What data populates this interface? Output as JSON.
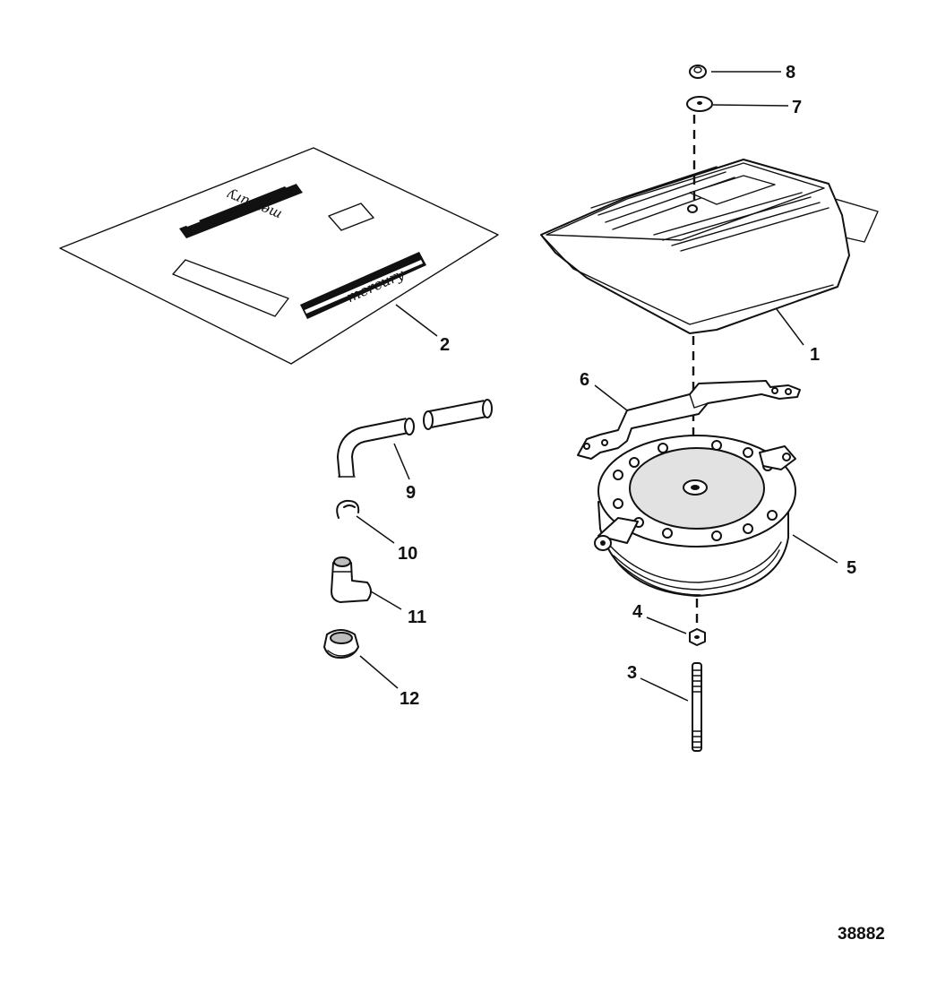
{
  "diagram": {
    "figure_number": "38882",
    "decal_text": "mercury",
    "callouts": [
      {
        "id": "1",
        "label": "1"
      },
      {
        "id": "2",
        "label": "2"
      },
      {
        "id": "3",
        "label": "3"
      },
      {
        "id": "4",
        "label": "4"
      },
      {
        "id": "5",
        "label": "5"
      },
      {
        "id": "6",
        "label": "6"
      },
      {
        "id": "7",
        "label": "7"
      },
      {
        "id": "8",
        "label": "8"
      },
      {
        "id": "9",
        "label": "9"
      },
      {
        "id": "10",
        "label": "10"
      },
      {
        "id": "11",
        "label": "11"
      },
      {
        "id": "12",
        "label": "12"
      }
    ]
  }
}
